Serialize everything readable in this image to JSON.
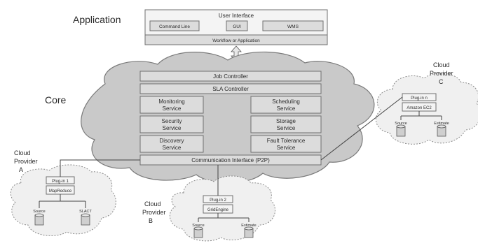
{
  "labels": {
    "application": "Application",
    "core": "Core"
  },
  "application_layer": {
    "title": "User Interface",
    "items": [
      "Command Line",
      "GUI",
      "WMS"
    ],
    "workflow": "Workflow or Application"
  },
  "core": {
    "job_controller": "Job Controller",
    "sla_controller": "SLA Controller",
    "services_left": [
      [
        "Monitoring",
        "Service"
      ],
      [
        "Security",
        "Service"
      ],
      [
        "Discovery",
        "Service"
      ]
    ],
    "services_right": [
      [
        "Scheduling",
        "Service"
      ],
      [
        "Storage",
        "Service"
      ],
      [
        "Fault Tolerance",
        "Service"
      ]
    ],
    "communication": "Communication Interface (P2P)"
  },
  "providers": {
    "a": {
      "label": [
        "Cloud",
        "Provider",
        "A"
      ],
      "plugin": "Plug-in 1",
      "engine": "MapReduce",
      "dbs": [
        "Source",
        "SLACT"
      ]
    },
    "b": {
      "label": [
        "Cloud",
        "Provider",
        "B"
      ],
      "plugin": "Plug-in 2",
      "engine": "GridEngine",
      "dbs": [
        "Source",
        "Estimate"
      ]
    },
    "c": {
      "label": [
        "Cloud",
        "Provider",
        "C"
      ],
      "plugin": "Plug-in n",
      "engine": "Amazon EC2",
      "dbs": [
        "Source",
        "Estimate"
      ]
    }
  },
  "colors": {
    "cloud": "#c9c9c9",
    "box": "#dcdcdc",
    "outline": "#6f6f6f"
  }
}
